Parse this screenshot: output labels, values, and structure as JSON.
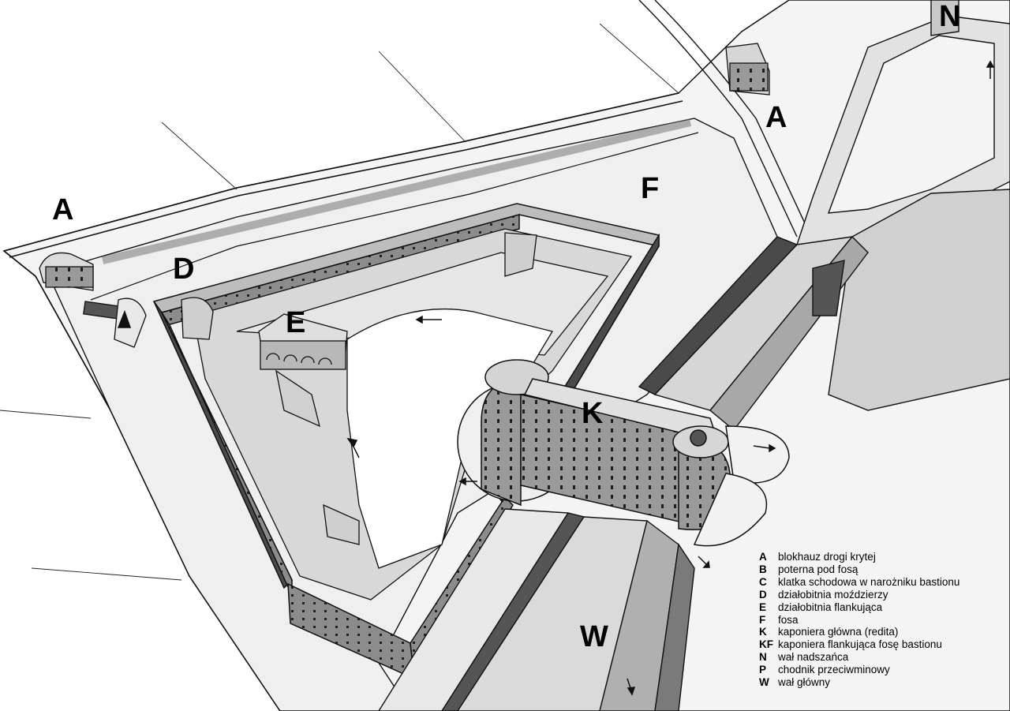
{
  "labels": {
    "a_left": "A",
    "a_right": "A",
    "n": "N",
    "f": "F",
    "d": "D",
    "e": "E",
    "k": "K",
    "w": "W"
  },
  "legend": [
    {
      "key": "A",
      "text": "blokhauz drogi krytej"
    },
    {
      "key": "B",
      "text": "poterna pod fosą"
    },
    {
      "key": "C",
      "text": "klatka schodowa w narożniku bastionu"
    },
    {
      "key": "D",
      "text": "działobitnia moździerzy"
    },
    {
      "key": "E",
      "text": "działobitnia flankująca"
    },
    {
      "key": "F",
      "text": "fosa"
    },
    {
      "key": "K",
      "text": "kaponiera główna (redita)"
    },
    {
      "key": "KF",
      "text": "kaponiera flankująca fosę bastionu"
    },
    {
      "key": "N",
      "text": "wał nadszańca"
    },
    {
      "key": "P",
      "text": "chodnik przeciwminowy"
    },
    {
      "key": "W",
      "text": "wał główny"
    }
  ]
}
